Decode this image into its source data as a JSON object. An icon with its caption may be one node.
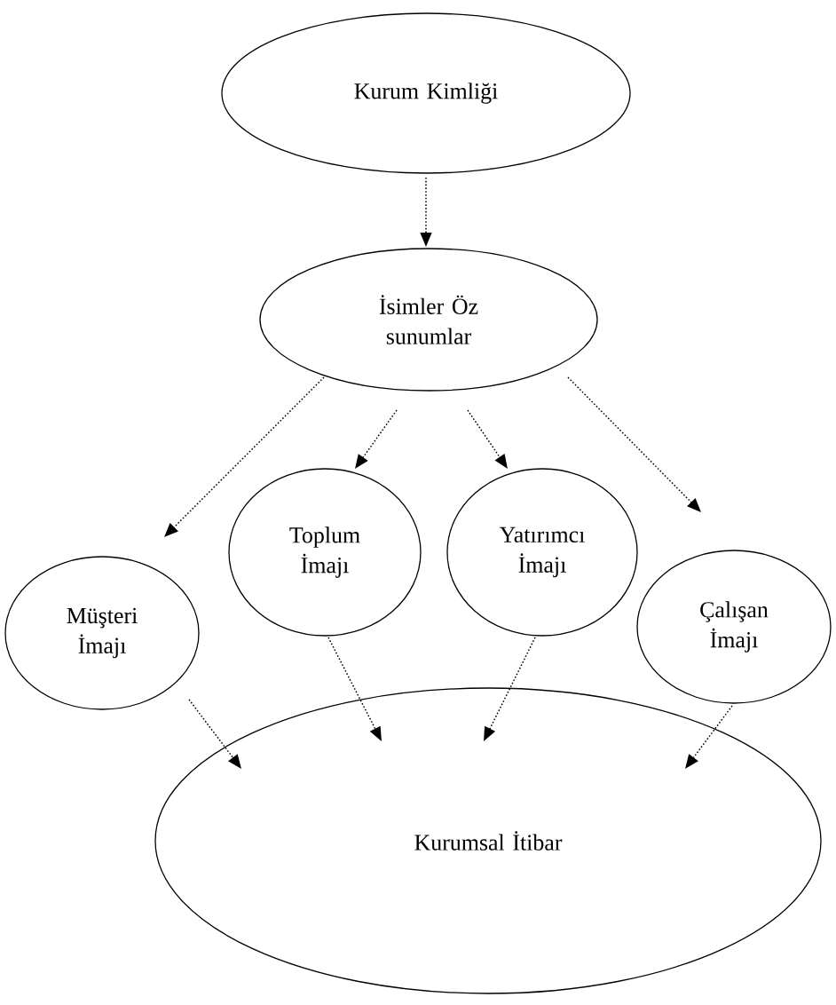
{
  "diagram": {
    "nodes": [
      {
        "text": [
          "Kurum Kimliği"
        ]
      },
      {
        "text": [
          "İsimler Öz sunumlar"
        ]
      },
      {
        "text": [
          "Müşteri İmajı"
        ]
      },
      {
        "text": [
          "Toplum İmajı"
        ]
      },
      {
        "text": [
          "Yatırımcı İmajı"
        ]
      },
      {
        "text": [
          "Çalışan İmajı"
        ]
      },
      {
        "text": [
          "Kurumsal İtibar"
        ]
      }
    ],
    "edges": [
      {
        "from": 0,
        "to": 1,
        "arrow": "to"
      },
      {
        "from": 1,
        "to": 2,
        "arrow": "to"
      },
      {
        "from": 1,
        "to": 3,
        "arrow": "to"
      },
      {
        "from": 1,
        "to": 4,
        "arrow": "to"
      },
      {
        "from": 1,
        "to": 5,
        "arrow": "to"
      },
      {
        "from": 2,
        "to": 6,
        "arrow": "to"
      },
      {
        "from": 3,
        "to": 6,
        "arrow": "to"
      },
      {
        "from": 4,
        "to": 6,
        "arrow": "to"
      },
      {
        "from": 5,
        "to": 6,
        "arrow": "to"
      }
    ]
  }
}
